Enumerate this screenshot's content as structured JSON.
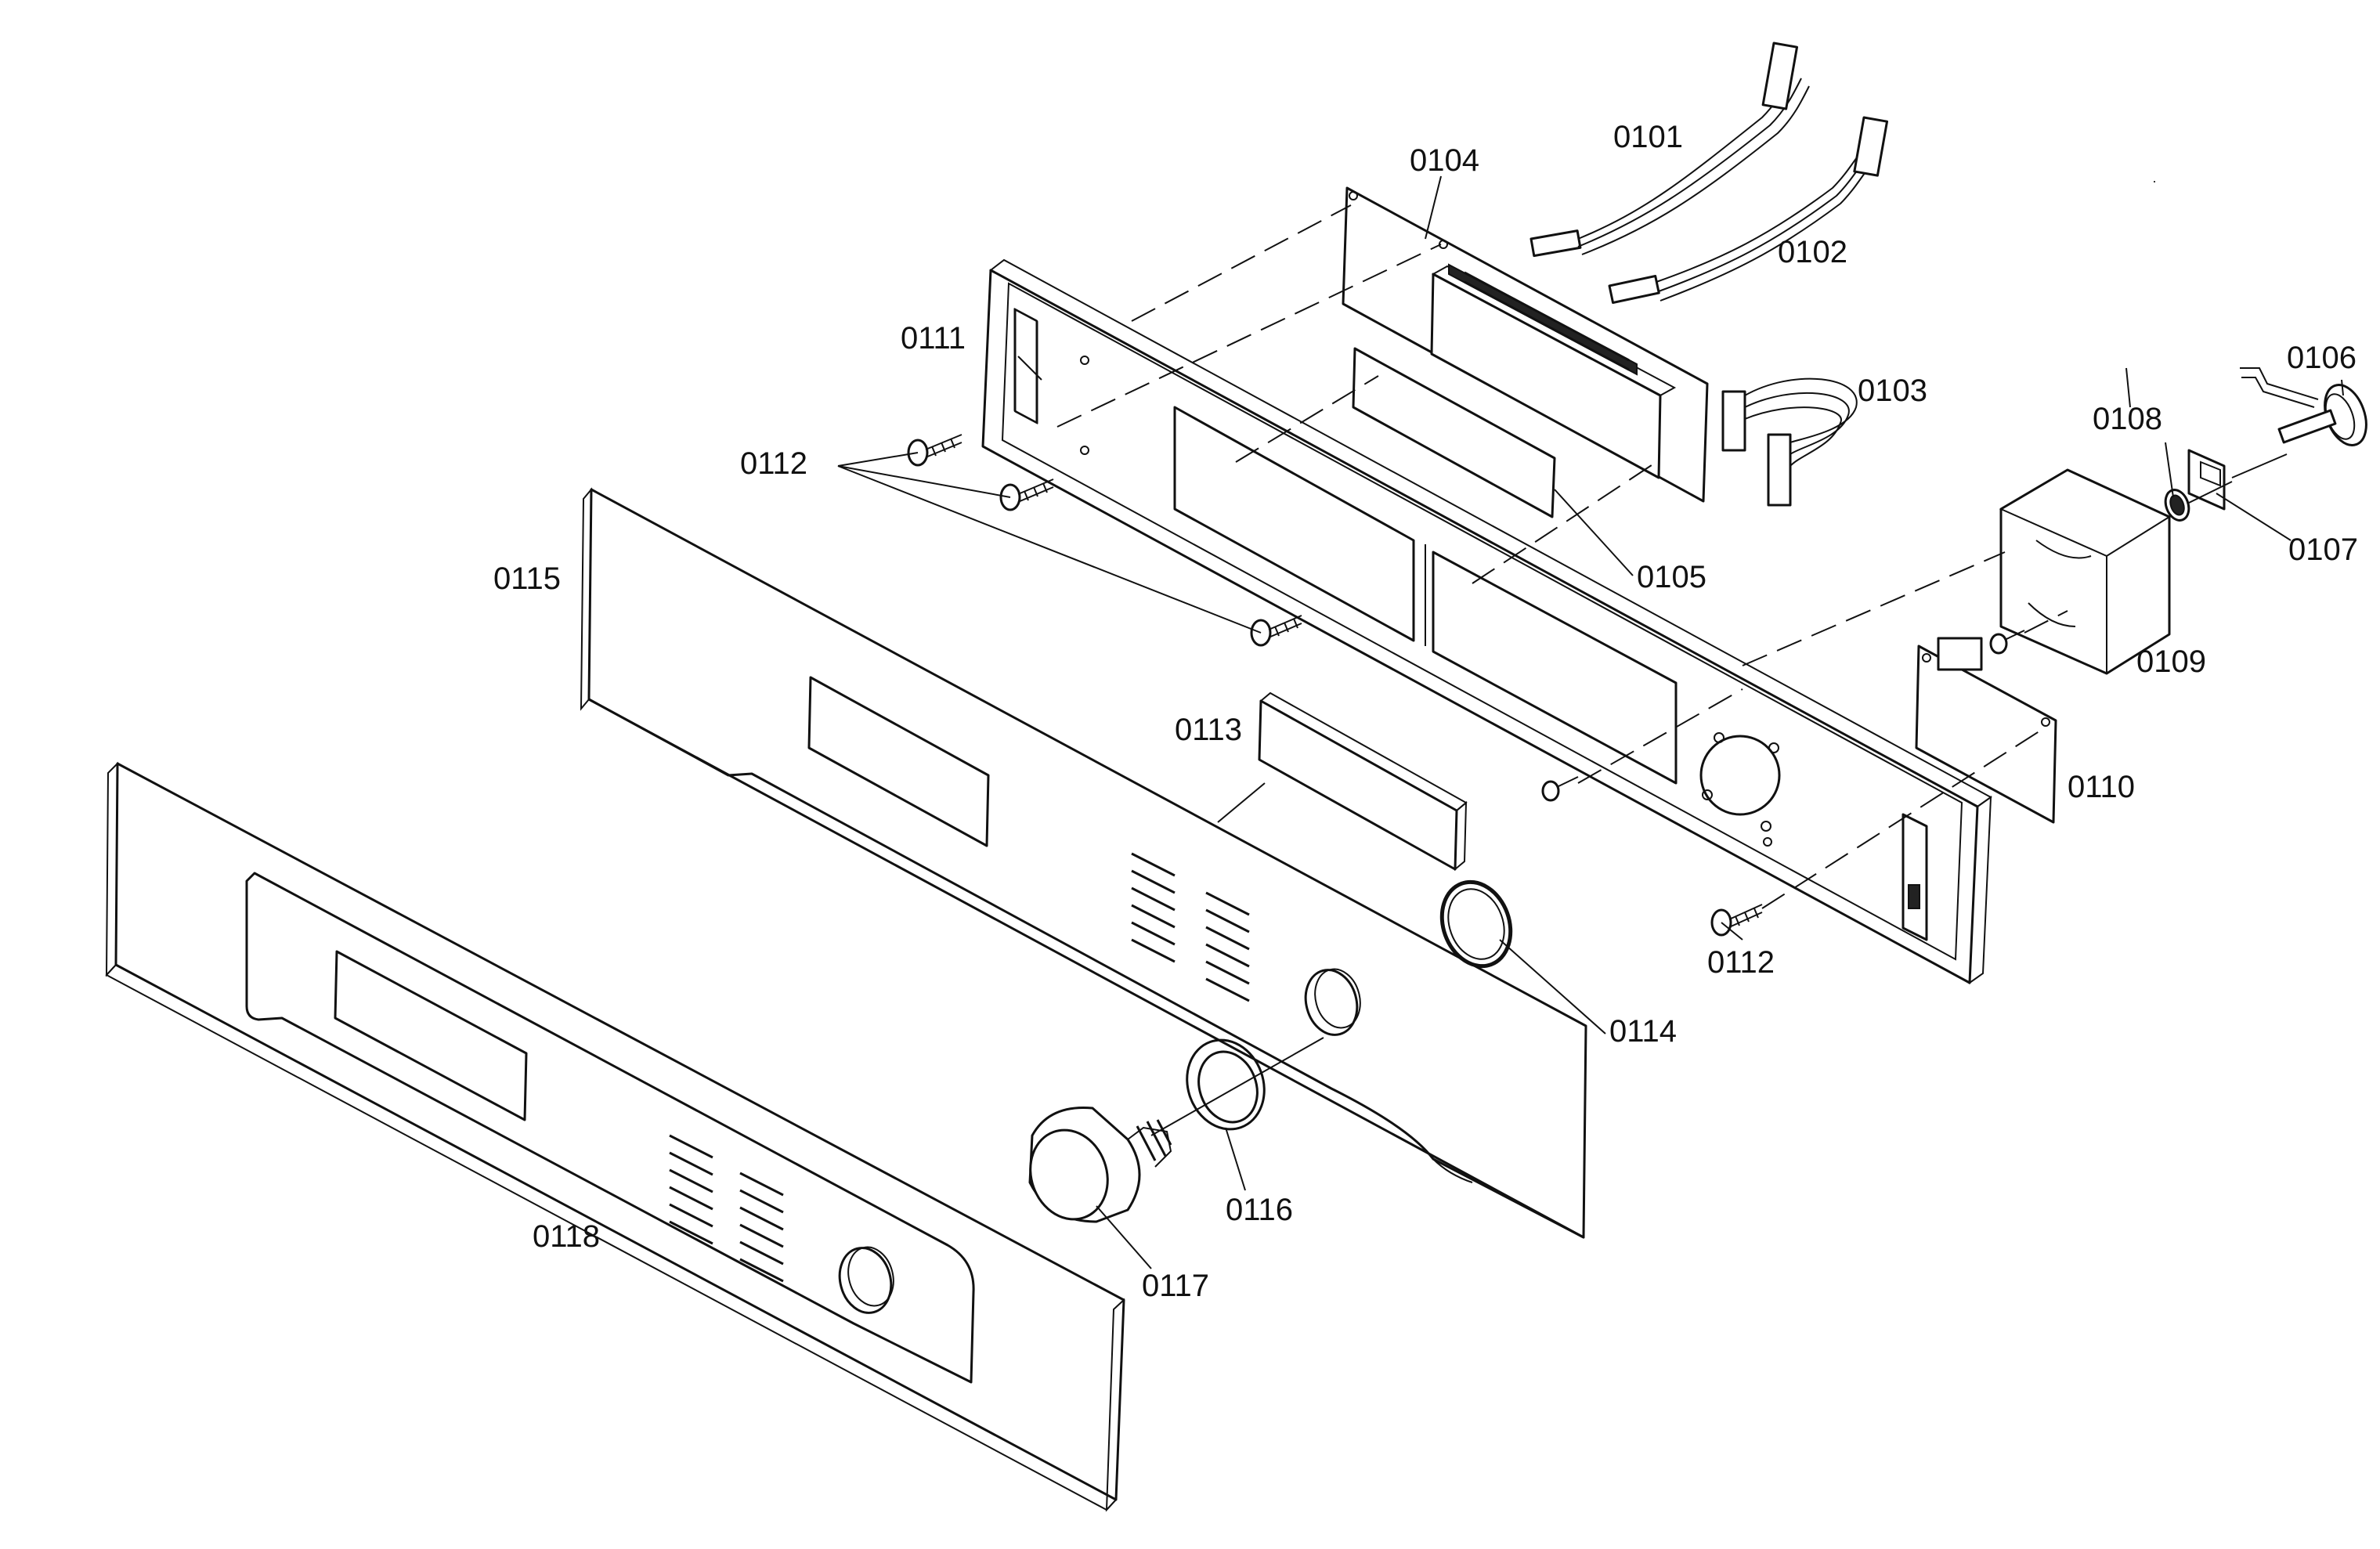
{
  "labels": {
    "p0101": "0101",
    "p0102": "0102",
    "p0103": "0103",
    "p0104": "0104",
    "p0105": "0105",
    "p0106": "0106",
    "p0107": "0107",
    "p0108": "0108",
    "p0109": "0109",
    "p0110": "0110",
    "p0111": "0111",
    "p0112a": "0112",
    "p0112b": "0112",
    "p0113": "0113",
    "p0114": "0114",
    "p0115": "0115",
    "p0116": "0116",
    "p0117": "0117",
    "p0118": "0118"
  },
  "colors": {
    "line": "#111111",
    "background": "#ffffff"
  }
}
